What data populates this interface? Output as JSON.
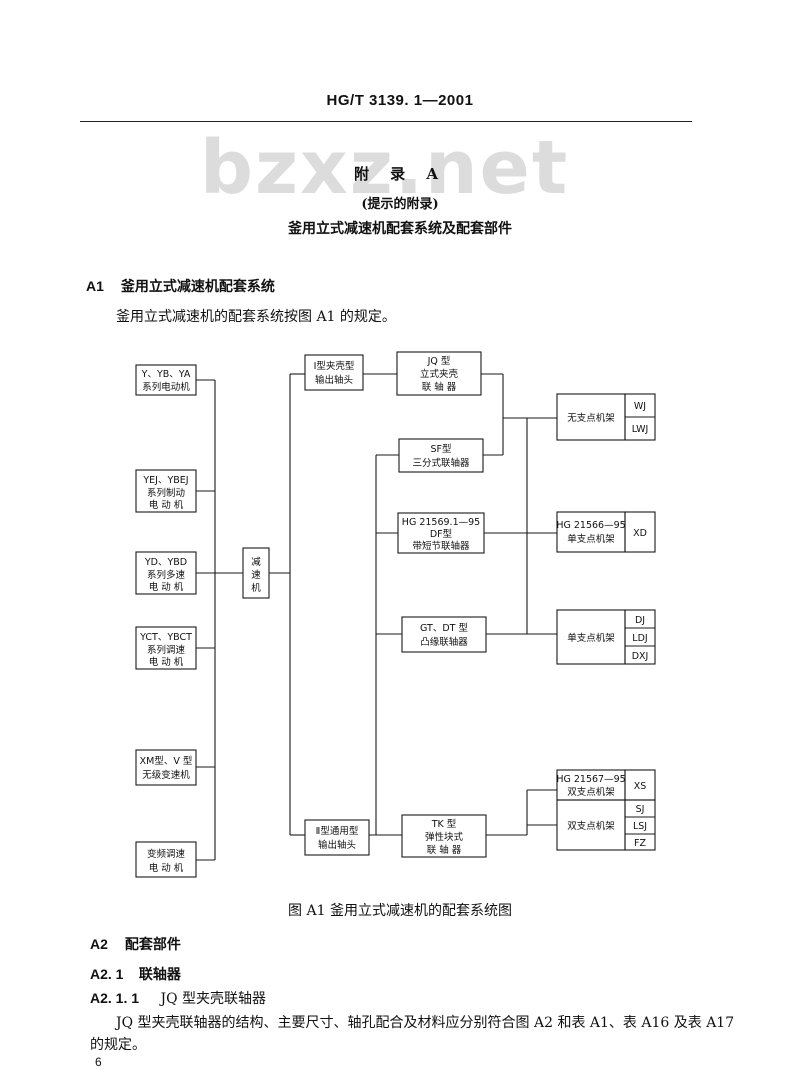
{
  "header": {
    "standard_code": "HG/T 3139. 1—2001"
  },
  "watermark": "bzxz.net",
  "appendix": {
    "title": "附 录 A",
    "subtitle": "(提示的附录)",
    "heading": "釜用立式减速机配套系统及配套部件"
  },
  "section_a1": {
    "number": "A1",
    "title": "釜用立式减速机配套系统",
    "text": "釜用立式减速机的配套系统按图 A1 的规定。"
  },
  "diagram": {
    "motors": [
      [
        "Y、YB、YA",
        "系列电动机"
      ],
      [
        "YEJ、YBEJ",
        "系列制动",
        "电 动 机"
      ],
      [
        "YD、YBD",
        "系列多速",
        "电 动 机"
      ],
      [
        "YCT、YBCT",
        "系列调速",
        "电 动 机"
      ],
      [
        "XM型、V 型",
        "无级变速机"
      ],
      [
        "变频调速",
        "电 动 机"
      ]
    ],
    "reducer": "减速机",
    "shaft_i": [
      "Ⅰ型夹壳型",
      "输出轴头"
    ],
    "shaft_ii": [
      "Ⅱ型通用型",
      "输出轴头"
    ],
    "coupling_jq": [
      "JQ 型",
      "立式夹壳",
      "联 轴 器"
    ],
    "coupling_sf": [
      "SF型",
      "三分式联轴器"
    ],
    "coupling_df": [
      "HG 21569.1—95",
      "DF型",
      "带短节联轴器"
    ],
    "coupling_gt": [
      "GT、DT 型",
      "凸缘联轴器"
    ],
    "coupling_tk": [
      "TK 型",
      "弹性块式",
      "联 轴 器"
    ],
    "frame_none": {
      "label": "无支点机架",
      "codes": [
        "WJ",
        "LWJ"
      ]
    },
    "frame_xd": {
      "label": [
        "HG 21566—95",
        "单支点机架"
      ],
      "code": "XD"
    },
    "frame_single": {
      "label": "单支点机架",
      "codes": [
        "DJ",
        "LDJ",
        "DXJ"
      ]
    },
    "frame_xs": {
      "label": [
        "HG 21567—95",
        "双支点机架"
      ],
      "code": "XS"
    },
    "frame_double": {
      "label": "双支点机架",
      "codes": [
        "SJ",
        "LSJ",
        "FZ"
      ]
    }
  },
  "figure_caption": "图 A1  釜用立式减速机的配套系统图",
  "section_a2": {
    "number": "A2",
    "title": "配套部件"
  },
  "section_a21": {
    "number": "A2. 1",
    "title": "联轴器"
  },
  "section_a211": {
    "number": "A2. 1. 1",
    "title": "JQ 型夹壳联轴器",
    "text_line1": "JQ 型夹壳联轴器的结构、主要尺寸、轴孔配合及材料应分别符合图 A2 和表 A1、表 A16 及表 A17",
    "text_line2": "的规定。"
  },
  "page_number": "6"
}
